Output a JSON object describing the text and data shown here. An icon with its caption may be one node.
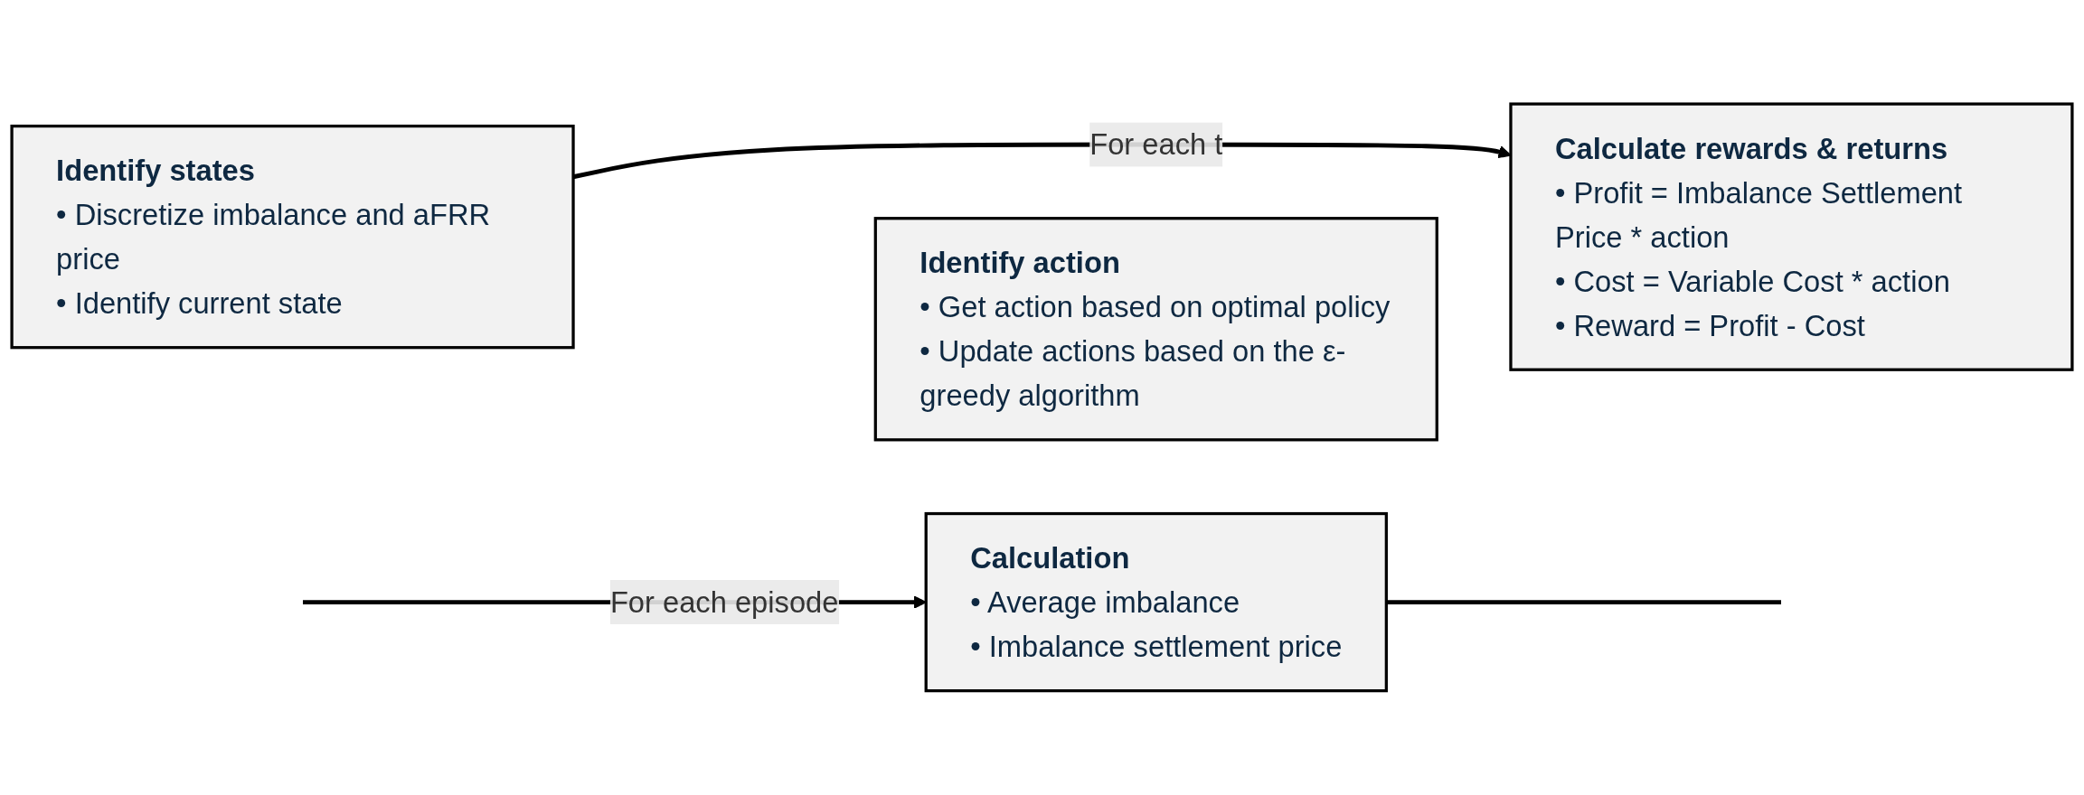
{
  "diagram": {
    "nodes": [
      {
        "text": [
          "Calculation",
          "• Average imbalance",
          "• Imbalance settlement price"
        ]
      },
      {
        "text": [
          "Identify states",
          "• Discretize imbalance and aFRR price",
          "• Identify current state"
        ]
      },
      {
        "text": [
          "Identify action",
          "• Get action based on optimal policy",
          "• Update actions based on the ε-greedy algorithm"
        ]
      },
      {
        "text": [
          "Calculate rewards & returns",
          "• Profit = Imbalance Settlement Price * action",
          "• Cost = Variable Cost * action",
          "• Reward = Profit - Cost"
        ]
      }
    ],
    "edges": [
      {
        "from": null,
        "to": 0,
        "arrow": "to",
        "label": "For each episode"
      },
      {
        "from": 0,
        "to": null,
        "arrow": "none"
      },
      {
        "from": 1,
        "to": 3,
        "arrow": "to",
        "label": "For each t"
      }
    ]
  }
}
